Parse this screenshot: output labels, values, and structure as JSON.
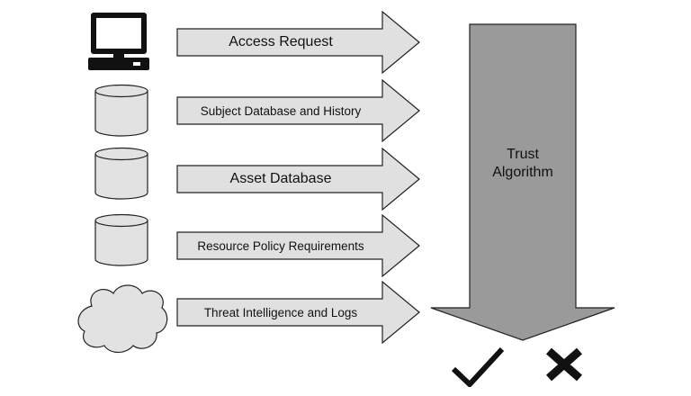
{
  "inputs": [
    {
      "label": "Access Request",
      "icon": "computer-icon"
    },
    {
      "label": "Subject Database and History",
      "icon": "database-icon"
    },
    {
      "label": "Asset Database",
      "icon": "database-icon"
    },
    {
      "label": "Resource Policy Requirements",
      "icon": "database-icon"
    },
    {
      "label": "Threat Intelligence and Logs",
      "icon": "cloud-icon"
    }
  ],
  "trust_algorithm": {
    "line1": "Trust",
    "line2": "Algorithm"
  },
  "outcomes": {
    "allow_icon": "checkmark-icon",
    "deny_icon": "x-icon"
  },
  "colors": {
    "arrow_fill": "#e0e0e0",
    "icon_fill": "#e2e2e2",
    "algorithm_fill": "#9a9a9a",
    "stroke": "#222222"
  }
}
